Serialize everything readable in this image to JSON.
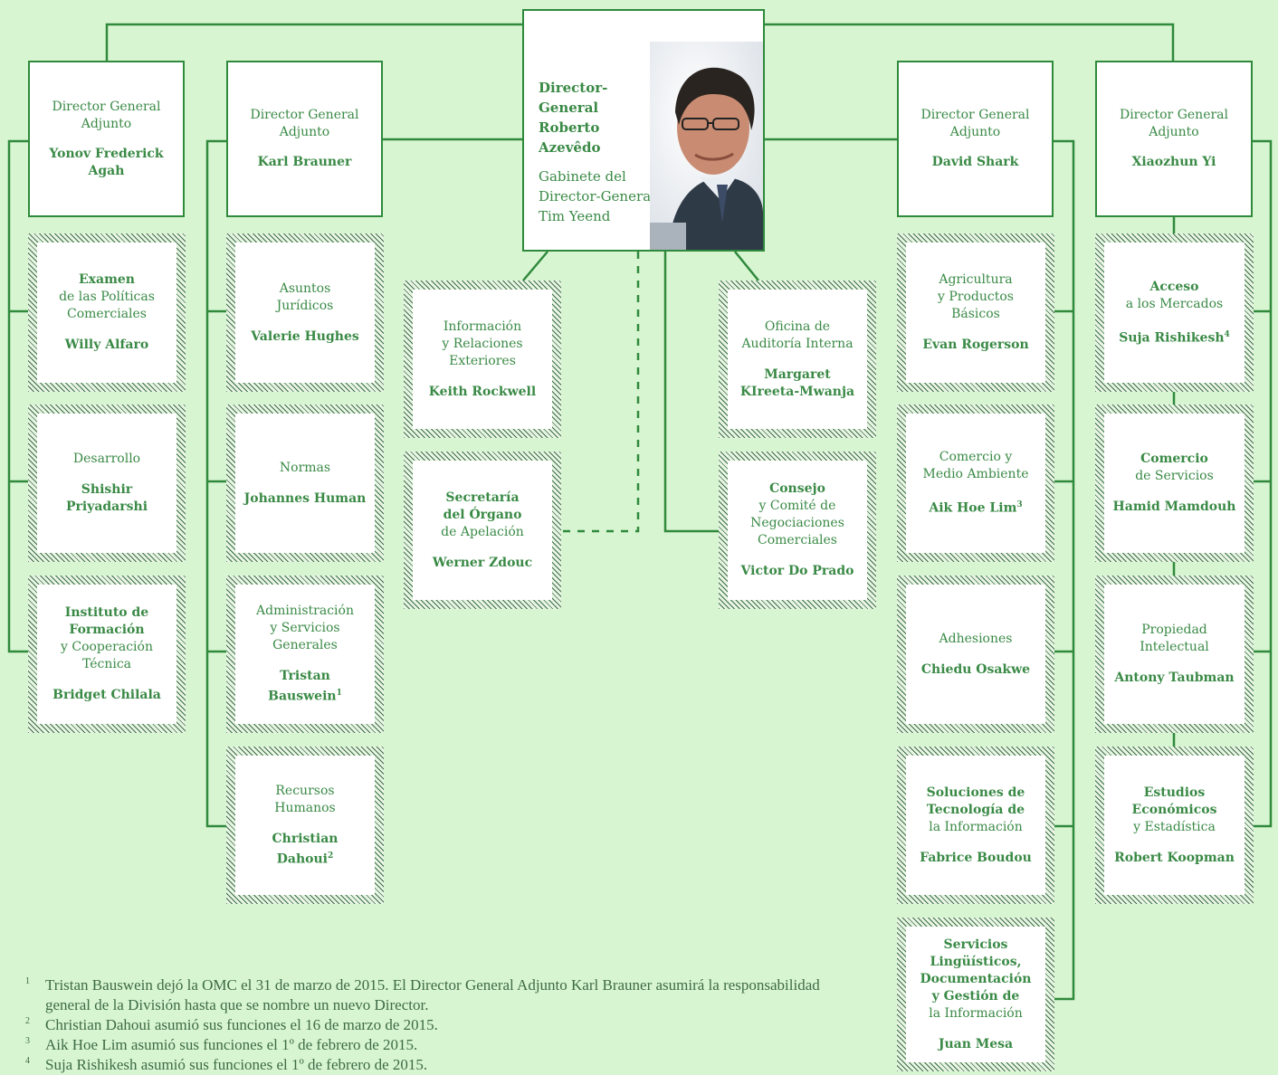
{
  "director_general": {
    "title": "Director-General",
    "name": "Roberto Azevêdo",
    "cabinet": "Gabinete del\nDirector-General\nTim Yeend"
  },
  "ddg_title": "Director General\nAdjunto",
  "ddgs": [
    {
      "name": "Yonov Frederick\nAgah"
    },
    {
      "name": "Karl Brauner"
    },
    {
      "name": "David Shark"
    },
    {
      "name": "Xiaozhun Yi"
    }
  ],
  "col1": [
    {
      "unit_bold": "Examen",
      "unit": "de las Políticas\nComerciales",
      "head": "Willy Alfaro"
    },
    {
      "unit_bold": "",
      "unit": "Desarrollo",
      "head": "Shishir\nPriyadarshi"
    },
    {
      "unit_bold": "Instituto de\nFormación",
      "unit": "y Cooperación\nTécnica",
      "head": "Bridget Chilala"
    }
  ],
  "col2": [
    {
      "unit_bold": "",
      "unit": "Asuntos\nJurídicos",
      "head": "Valerie Hughes"
    },
    {
      "unit_bold": "",
      "unit": "Normas",
      "head": "Johannes Human"
    },
    {
      "unit_bold": "",
      "unit": "Administración\ny Servicios\nGenerales",
      "head": "Tristan\nBauswein",
      "sup": "1"
    },
    {
      "unit_bold": "",
      "unit": "Recursos\nHumanos",
      "head": "Christian\nDahoui",
      "sup": "2"
    }
  ],
  "col3": [
    {
      "unit_bold": "",
      "unit": "Información\ny Relaciones\nExteriores",
      "head": "Keith Rockwell"
    },
    {
      "unit_bold": "Secretaría\ndel Órgano",
      "unit": "de Apelación",
      "head": "Werner Zdouc"
    }
  ],
  "col4": [
    {
      "unit_bold": "",
      "unit": "Oficina de\nAuditoría Interna",
      "head": "Margaret\nKIreeta-Mwanja"
    },
    {
      "unit_bold": "Consejo",
      "unit": "y Comité de\nNegociaciones\nComerciales",
      "head": "Victor Do Prado"
    }
  ],
  "col5": [
    {
      "unit_bold": "",
      "unit": "Agricultura\ny Productos\nBásicos",
      "head": "Evan Rogerson"
    },
    {
      "unit_bold": "",
      "unit": "Comercio y\nMedio Ambiente",
      "head": "Aik Hoe Lim",
      "sup": "3"
    },
    {
      "unit_bold": "",
      "unit": "Adhesiones",
      "head": "Chiedu Osakwe"
    },
    {
      "unit_bold": "Soluciones de\nTecnología de",
      "unit": "la Información",
      "head": "Fabrice Boudou"
    },
    {
      "unit_bold": "Servicios\nLingüísticos,\nDocumentación\ny Gestión de",
      "unit": "la Información",
      "head": "Juan Mesa"
    }
  ],
  "col6": [
    {
      "unit_bold": "Acceso",
      "unit": "a los Mercados",
      "head": "Suja Rishikesh",
      "sup": "4"
    },
    {
      "unit_bold": "Comercio",
      "unit": "de Servicios",
      "head": "Hamid Mamdouh"
    },
    {
      "unit_bold": "",
      "unit": "Propiedad\nIntelectual",
      "head": "Antony Taubman"
    },
    {
      "unit_bold": "Estudios\nEconómicos",
      "unit": "y Estadística",
      "head": "Robert Koopman"
    }
  ],
  "footnotes": [
    {
      "num": "1",
      "text": "Tristan Bauswein dejó la OMC el 31 de marzo de 2015. El Director General Adjunto Karl Brauner asumirá la responsabilidad general de la División hasta que se nombre un nuevo Director."
    },
    {
      "num": "2",
      "text": "Christian Dahoui asumió sus funciones el 16 de marzo de 2015."
    },
    {
      "num": "3",
      "text": "Aik Hoe Lim asumió sus funciones el 1º de febrero de 2015."
    },
    {
      "num": "4",
      "text": "Suja Rishikesh asumió sus funciones el 1º de febrero de 2015."
    }
  ],
  "colors": {
    "line": "#2f8a3c",
    "text": "#3a8a46",
    "background": "#d8f5d2"
  }
}
